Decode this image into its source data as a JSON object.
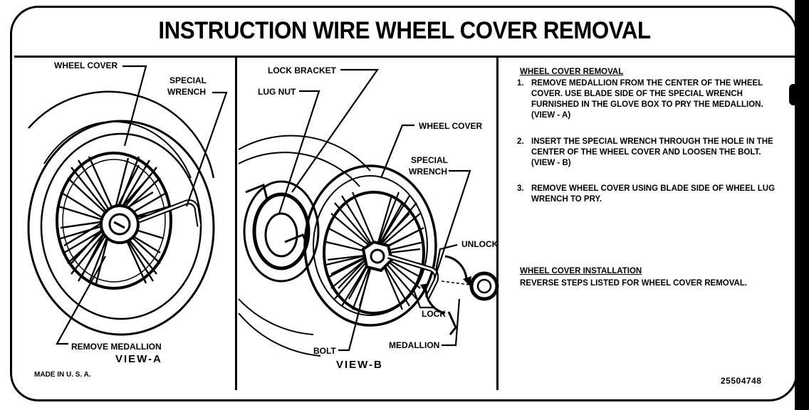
{
  "title": "INSTRUCTION WIRE WHEEL COVER REMOVAL",
  "view_a": {
    "label_wheel_cover": "WHEEL COVER",
    "label_special_wrench_1": "SPECIAL",
    "label_special_wrench_2": "WRENCH",
    "label_remove_medallion": "REMOVE MEDALLION",
    "view_label": "VIEW-A",
    "made_in": "MADE IN U. S. A."
  },
  "view_b": {
    "label_lock_bracket": "LOCK BRACKET",
    "label_lug_nut": "LUG NUT",
    "label_wheel_cover": "WHEEL COVER",
    "label_special_wrench_1": "SPECIAL",
    "label_special_wrench_2": "WRENCH",
    "label_unlock": "UNLOCK",
    "label_lock": "LOCK",
    "label_medallion": "MEDALLION",
    "label_bolt": "BOLT",
    "view_label": "VIEW-B"
  },
  "instructions": {
    "removal_heading": "WHEEL COVER REMOVAL",
    "steps": [
      {
        "num": "1.",
        "lines": [
          "REMOVE MEDALLION FROM THE CENTER OF THE WHEEL",
          "COVER. USE BLADE SIDE OF THE SPECIAL WRENCH",
          "FURNISHED IN THE GLOVE BOX TO PRY THE MEDALLION.",
          "(VIEW - A)"
        ]
      },
      {
        "num": "2.",
        "lines": [
          "INSERT THE SPECIAL WRENCH THROUGH THE HOLE IN THE",
          "CENTER OF THE WHEEL COVER AND LOOSEN THE BOLT.",
          "(VIEW - B)"
        ]
      },
      {
        "num": "3.",
        "lines": [
          "REMOVE WHEEL COVER USING BLADE SIDE OF WHEEL LUG",
          "WRENCH TO PRY."
        ]
      }
    ],
    "installation_heading": "WHEEL COVER INSTALLATION",
    "installation_text": "REVERSE STEPS LISTED FOR WHEEL COVER REMOVAL."
  },
  "part_number": "25504748"
}
